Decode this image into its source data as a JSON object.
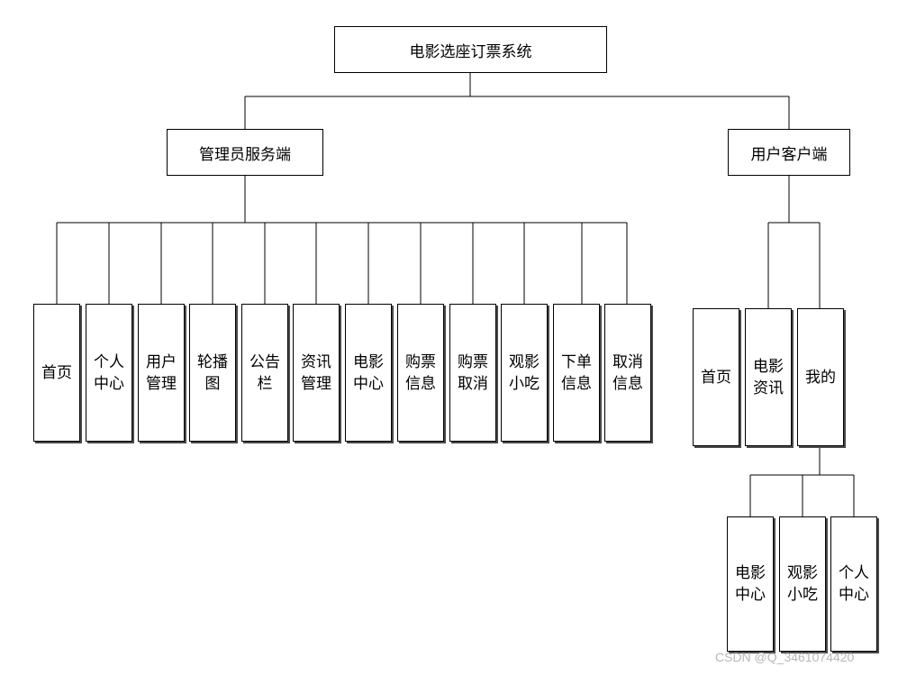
{
  "root": {
    "label": "电影选座订票系统"
  },
  "admin": {
    "label": "管理员服务端",
    "items": [
      "首页",
      "个人\n中心",
      "用户\n管理",
      "轮播\n图",
      "公告\n栏",
      "资讯\n管理",
      "电影\n中心",
      "购票\n信息",
      "购票\n取消",
      "观影\n小吃",
      "下单\n信息",
      "取消\n信息"
    ]
  },
  "client": {
    "label": "用户客户端",
    "items": [
      "首页",
      "电影\n资讯",
      "我的"
    ]
  },
  "mine": {
    "items": [
      "电影\n中心",
      "观影\n小吃",
      "个人\n中心"
    ]
  },
  "watermark": "CSDN @Q_3461074420"
}
